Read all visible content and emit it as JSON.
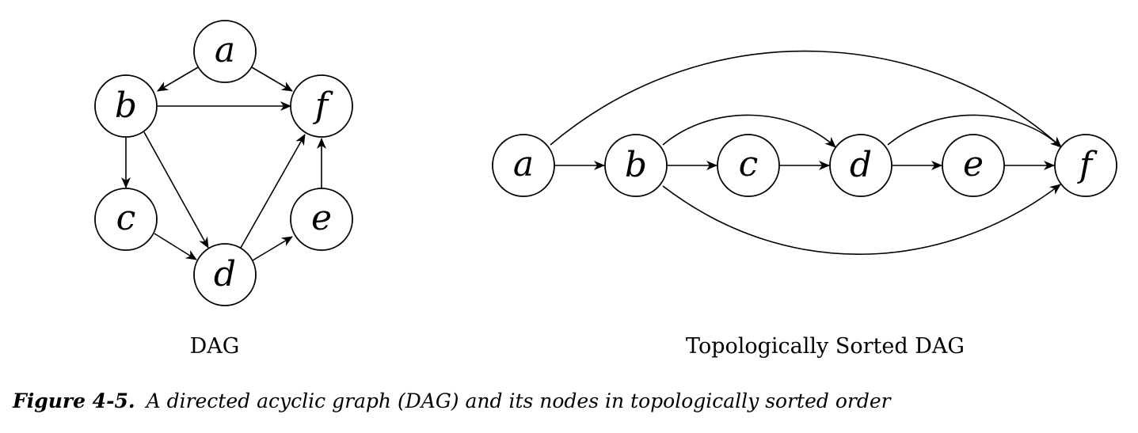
{
  "left_graph": {
    "caption": "DAG",
    "nodes": [
      {
        "id": "a",
        "label": "a"
      },
      {
        "id": "b",
        "label": "b"
      },
      {
        "id": "c",
        "label": "c"
      },
      {
        "id": "d",
        "label": "d"
      },
      {
        "id": "e",
        "label": "e"
      },
      {
        "id": "f",
        "label": "f"
      }
    ],
    "edges": [
      {
        "from": "a",
        "to": "b"
      },
      {
        "from": "a",
        "to": "f"
      },
      {
        "from": "b",
        "to": "f"
      },
      {
        "from": "b",
        "to": "c"
      },
      {
        "from": "b",
        "to": "d"
      },
      {
        "from": "c",
        "to": "d"
      },
      {
        "from": "d",
        "to": "f"
      },
      {
        "from": "d",
        "to": "e"
      },
      {
        "from": "e",
        "to": "f"
      }
    ]
  },
  "right_graph": {
    "caption": "Topologically Sorted DAG",
    "nodes": [
      {
        "id": "a",
        "label": "a"
      },
      {
        "id": "b",
        "label": "b"
      },
      {
        "id": "c",
        "label": "c"
      },
      {
        "id": "d",
        "label": "d"
      },
      {
        "id": "e",
        "label": "e"
      },
      {
        "id": "f",
        "label": "f"
      }
    ],
    "edges": [
      {
        "from": "a",
        "to": "b"
      },
      {
        "from": "b",
        "to": "c"
      },
      {
        "from": "c",
        "to": "d"
      },
      {
        "from": "d",
        "to": "e"
      },
      {
        "from": "e",
        "to": "f"
      },
      {
        "from": "a",
        "to": "f"
      },
      {
        "from": "b",
        "to": "d"
      },
      {
        "from": "d",
        "to": "f"
      },
      {
        "from": "b",
        "to": "f"
      }
    ]
  },
  "figure_caption": {
    "label": "Figure 4-5.",
    "text": "A directed acyclic graph (DAG) and its nodes in topologically sorted order"
  }
}
